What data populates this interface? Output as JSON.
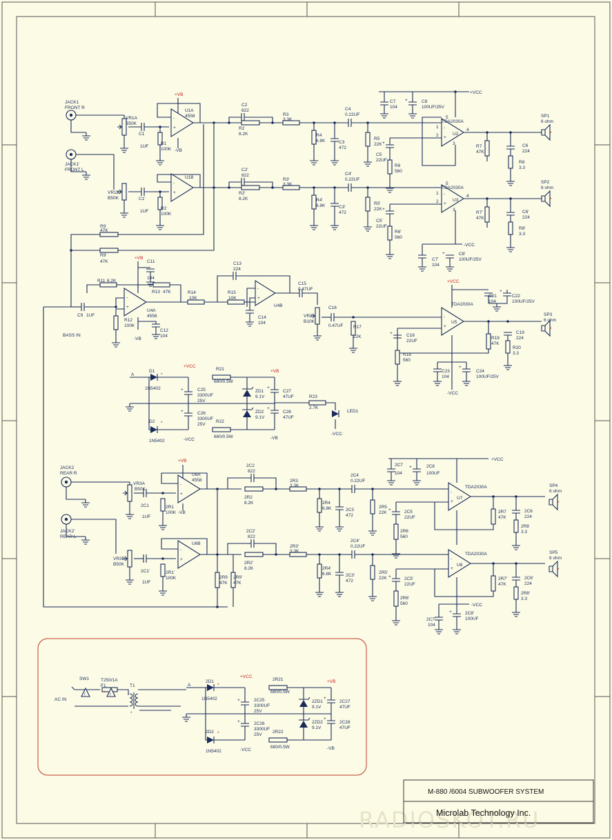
{
  "title_block": {
    "title": "M-880 /6004  SUBWOOFER    SYSTEM",
    "company": "Microlab Technology Inc."
  },
  "watermark": "RADIOSKOT.RU",
  "rails": {
    "pos_vcc": "+VCC",
    "neg_vcc": "-VCC",
    "pos_vb": "+VB",
    "neg_vb": "-VB"
  },
  "inputs": {
    "jack1": "JACK1",
    "jack1_sub": "FRONT R",
    "jack1p": "JACK1'",
    "jack1p_sub": "FRONT L",
    "jack2": "JACK2",
    "jack2_sub": "REAR R",
    "jack2p": "JACK2'",
    "jack2p_sub": "REAR L",
    "bass_in": "BASS IN"
  },
  "opamps": {
    "u1a": "U1A",
    "u1a_type": "4558",
    "u1b": "U1B",
    "u4a": "U4A",
    "u4a_type": "4558",
    "u4b": "U4B",
    "u6a": "U6A",
    "u6a_type": "4558",
    "u6b": "U6B"
  },
  "amps": {
    "u2": "U2",
    "u3": "U3",
    "u5": "U5",
    "u7": "U7",
    "u8": "U8",
    "chip": "TDA2030A",
    "pin_plus": "1",
    "pin_minus": "2",
    "pin_gnd": "3",
    "pin_out": "4",
    "pin_vcc": "5"
  },
  "speakers": {
    "sp1": "SP1",
    "sp2": "SP2",
    "sp3": "SP3",
    "sp4": "SP4",
    "sp5": "SP5",
    "imp": "6 ohm"
  },
  "front_r": {
    "vr1a": "VR1A",
    "vr1a_v": "B50K",
    "c1": "C1",
    "c1_v": "1UF",
    "r1": "R1",
    "r1_v": "100K",
    "c2": "C2",
    "c2_v": "822",
    "r2": "R2",
    "r2_v": "8.2K",
    "r3": "R3",
    "r3_v": "3.3K",
    "r4": "R4",
    "r4_v": "6.8K",
    "c3": "C3",
    "c3_v": "472",
    "c4": "C4",
    "c4_v": "0.22UF",
    "r5": "R5",
    "r5_v": "22K",
    "c5": "C5",
    "c5_v": "22UF",
    "r6": "R6",
    "r6_v": "560",
    "r7": "R7",
    "r7_v": "47K",
    "c6": "C6",
    "c6_v": "224",
    "r8": "R8",
    "r8_v": "3.3",
    "c7": "C7",
    "c7_v": "104",
    "c8": "C8",
    "c8_v": "100UF/25V"
  },
  "front_l": {
    "vr1b": "VR1B",
    "vr1b_v": "B50K",
    "c1": "C1'",
    "c1_v": "1UF",
    "r1": "R1'",
    "r1_v": "100K",
    "c2": "C2'",
    "c2_v": "822",
    "r2": "R2'",
    "r2_v": "8.2K",
    "r3": "R3'",
    "r3_v": "3.3K",
    "r4": "R4'",
    "r4_v": "6.8K",
    "c3": "C3'",
    "c3_v": "472",
    "c4": "C4'",
    "c4_v": "0.22UF",
    "r5": "R5'",
    "r5_v": "22K",
    "c5": "C5'",
    "c5_v": "22UF",
    "r6": "R6'",
    "r6_v": "560",
    "r7": "R7'",
    "r7_v": "47K",
    "c6": "C6'",
    "c6_v": "224",
    "r8": "R8'",
    "r8_v": "3.3",
    "c7": "C7'",
    "c7_v": "104",
    "c8": "C8'",
    "c8_v": "100UF/25V"
  },
  "bass": {
    "r9": "R9",
    "r9_v": "47K",
    "r9p": "R9'",
    "r9p_v": "47K",
    "r11": "R11",
    "r11_v": "8.2K",
    "r13": "R13",
    "r13_v": "47K",
    "c11": "C11",
    "c11_v": "104",
    "c9": "C9",
    "c9_v": "1UF",
    "r12": "R12",
    "r12_v": "100K",
    "c12": "C12",
    "c12_v": "104",
    "r14": "R14",
    "r14_v": "10K",
    "c13": "C13",
    "c13_v": "224",
    "r15": "R15",
    "r15_v": "10K",
    "c14": "C14",
    "c14_v": "104",
    "c15": "C15",
    "c15_v": "0.47UF",
    "vr2": "VR2",
    "vr2_v": "B10K",
    "c16": "C16",
    "c16_v": "0.47UF",
    "r17": "R17",
    "r17_v": "22K",
    "c18": "C18",
    "c18_v": "22UF",
    "r18": "R18",
    "r18_v": "560",
    "c21": "C21",
    "c21_v": "104",
    "c22": "C22",
    "c22_v": "100UF/25V",
    "r19": "R19",
    "r19_v": "47K",
    "c19": "C19",
    "c19_v": "224",
    "r20": "R20",
    "r20_v": "3.3",
    "c23": "C23",
    "c23_v": "104",
    "c24": "C24",
    "c24_v": "100UF/25V"
  },
  "psu_top": {
    "a": "A",
    "d1": "D1",
    "d2": "D2",
    "d_type": "1N5402",
    "c25": "C25",
    "c25_v": "3300UF",
    "c25_v2": "25V",
    "c26": "C26",
    "c26_v": "3300UF",
    "c26_v2": "25V",
    "r21": "R21",
    "r21_v": "680/0.5W",
    "r22": "R22",
    "r22_v": "680/0.5W",
    "zd1": "ZD1",
    "zd1_v": "9.1V",
    "zd2": "ZD2",
    "zd2_v": "9.1V",
    "c27": "C27",
    "c27_v": "47UF",
    "c28": "C28",
    "c28_v": "47UF",
    "r23": "R23",
    "r23_v": "2.7K",
    "led": "LED1"
  },
  "rear_r": {
    "vr3a": "VR3A",
    "vr3a_v": "B50K",
    "c1": "2C1",
    "c1_v": "1UF",
    "r1": "2R1",
    "r1_v": "100K",
    "c2": "2C2",
    "c2_v": "822",
    "r2": "2R2",
    "r2_v": "8.2K",
    "r3": "2R3",
    "r3_v": "3.3K",
    "r4": "2R4",
    "r4_v": "6.8K",
    "c3": "2C3",
    "c3_v": "472",
    "c4": "2C4",
    "c4_v": "0.22UF",
    "r5": "2R5",
    "r5_v": "22K",
    "c5": "2C5",
    "c5_v": "22UF",
    "r6": "2R6",
    "r6_v": "560",
    "r7": "2R7",
    "r7_v": "47K",
    "c6": "2C6",
    "c6_v": "224",
    "r8": "2R8",
    "r8_v": "3.3",
    "c7": "2C7",
    "c7_v": "104",
    "c8": "2C8",
    "c8_v": "100UF"
  },
  "rear_l": {
    "vr3b": "VR3B",
    "vr3b_v": "B50K",
    "c1": "2C1'",
    "c1_v": "1UF",
    "r1": "2R1'",
    "r1_v": "100K",
    "c2": "2C2'",
    "c2_v": "822",
    "r2": "2R2'",
    "r2_v": "8.2K",
    "r3": "2R3'",
    "r3_v": "3.3K",
    "r4": "2R4'",
    "r4_v": "6.8K",
    "c3": "2C3'",
    "c3_v": "472",
    "c4": "2C4'",
    "c4_v": "0.22UF",
    "r5": "2R5'",
    "r5_v": "22K",
    "c5": "2C5'",
    "c5_v": "22UF",
    "r6": "2R6'",
    "r6_v": "560",
    "r7": "2R7'",
    "r7_v": "47K",
    "c6": "2C6'",
    "c6_v": "224",
    "r8": "2R8'",
    "r8_v": "3.3",
    "c7": "2C7'",
    "c7_v": "104",
    "c8": "2C8'",
    "c8_v": "100UF",
    "r9": "2R9",
    "r9_v": "47K",
    "r9p": "2R9'",
    "r9p_v": "47K"
  },
  "psu_bottom": {
    "sw1": "SW1",
    "fuse": "T250/1A",
    "f1": "F1",
    "t1": "T1",
    "ac_in": "AC IN",
    "a": "A",
    "d1": "2D1",
    "d2": "2D2",
    "d_type": "1N5402",
    "c25": "2C25",
    "c25_v": "3300UF",
    "c25_v2": "25V",
    "c26": "2C26",
    "c26_v": "3300UF",
    "c26_v2": "25V",
    "r21": "2R21",
    "r21_v": "680/0.5W",
    "r22": "2R22",
    "r22_v": "680/0.5W",
    "zd1": "2ZD1",
    "zd1_v": "9.1V",
    "zd2": "2ZD2",
    "zd2_v": "9.1V",
    "c27": "2C27",
    "c27_v": "47UF",
    "c28": "2C28",
    "c28_v": "47UF"
  },
  "marks": {
    "star": "*",
    "warning": "!",
    "plus": "+",
    "minus": "-"
  }
}
